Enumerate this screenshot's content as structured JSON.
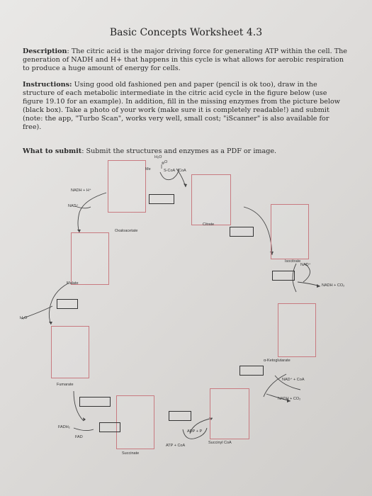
{
  "worksheet": {
    "title": "Basic Concepts Worksheet 4.3",
    "description_label": "Description",
    "description_text": ": The citric acid is the major driving force for generating ATP within the cell. The generation of NADH and H+ that happens in this cycle is what allows for aerobic respiration to produce a huge amount of energy for cells.",
    "instructions_label": "Instructions:",
    "instructions_text": " Using good old fashioned pen and paper (pencil is ok too), draw in the structure of each metabolic intermediate in the citric acid cycle in the figure below (use figure 19.10 for an example). In addition, fill in the missing enzymes from the picture below (black box). Take a photo of your work (make sure it is completely readable!) and submit (note: the app, \"Turbo Scan\", works very well, small cost; \"iScanner\" is also available for free).",
    "submit_label": "What to submit",
    "submit_text": ": Submit the structures and enzymes as a PDF or image."
  },
  "diagram": {
    "labels": {
      "h2o_top": "H₂O",
      "h2o_top_sub": "O",
      "me": "Me",
      "s_coa": "S-CoA",
      "coa": "CoA",
      "nadh_h_left": "NADH + H⁺",
      "nad_left": "NAD⁺",
      "oxaloacetate": "Oxaloacetate",
      "citrate": "Citrate",
      "isocitrate": "Isocitrate",
      "nad_right": "NAD⁺",
      "nadh_co2_right": "NADH + CO₂",
      "malate": "Malate",
      "h2o_left": "H₂O",
      "ketoglutarate": "α-Ketoglutarate",
      "nad_coa": "NAD⁺ + CoA",
      "nadh_co2_lower": "NADH + CO₂",
      "fumarate": "Fumarate",
      "fadh2": "FADH₂",
      "fad": "FAD",
      "adp_p": "ADP + P",
      "atp_coa": "ATP + CoA",
      "succinyl_coa": "Succinyl CoA",
      "succinate": "Succinate"
    }
  }
}
